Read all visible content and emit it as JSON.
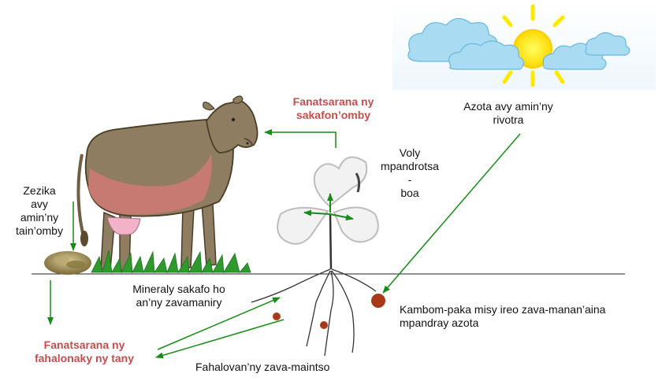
{
  "labels": {
    "fodder_transform": [
      "Fanatsarana ny",
      "sakafon’omby"
    ],
    "nitrogen_air": [
      "Azota avy amin’ny",
      "rivotra"
    ],
    "legume": [
      "Voly",
      "mpandrotsa -",
      "boa"
    ],
    "manure": [
      "Zezika",
      "avy",
      "amin’ny",
      "tain’omby"
    ],
    "minerals": [
      "Mineraly sakafo ho",
      "an’ny zavamaniry"
    ],
    "nodules": [
      "Kambom-paka misy ireo zava-manan’aina",
      "mpandray azota"
    ],
    "soil_fertility": [
      "Fanatsarana ny",
      "fahalonaky ny tany"
    ],
    "green_fertilizer": "Fahalovan’ny zava-maintso"
  },
  "colors": {
    "arrow": "#1a8a1a",
    "highlight": "#c0504d",
    "nodule": "#a83a1a",
    "cow": "#8f7d62",
    "cow_pink": "#c97a72",
    "sun": "#ffe800",
    "cloud": "#a9dcf2"
  },
  "icons": {
    "cow": "cow-illustration",
    "sun": "sun-icon",
    "clouds": "cloud-icon",
    "manure": "manure-pile-icon",
    "clover": "clover-icon"
  }
}
